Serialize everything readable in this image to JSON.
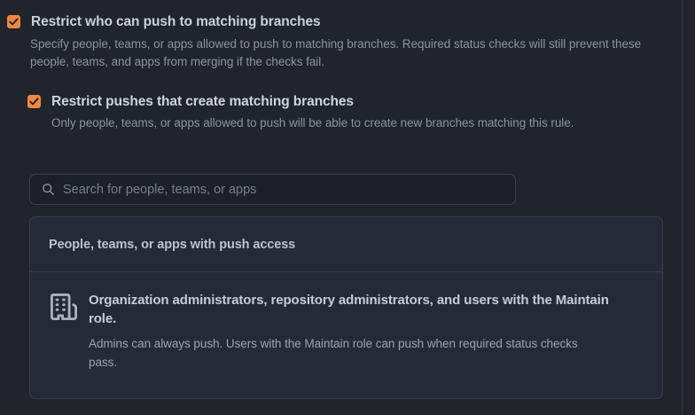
{
  "theme": {
    "page_background": "#1f242d",
    "panel_background": "#252b36",
    "input_background": "#1c2029",
    "border": "#353c48",
    "checkbox_accent": "#f0883e",
    "heading_text": "#c9d1d9",
    "muted_text": "#8b949e"
  },
  "options": [
    {
      "title": "Restrict who can push to matching branches",
      "description": "Specify people, teams, or apps allowed to push to matching branches. Required status checks will still prevent these people, teams, and apps from merging if the checks fail.",
      "checked": true,
      "checkbox_icon": "check-icon"
    },
    {
      "title": "Restrict pushes that create matching branches",
      "description": "Only people, teams, or apps allowed to push will be able to create new branches matching this rule.",
      "checked": true,
      "checkbox_icon": "check-icon"
    }
  ],
  "search": {
    "icon": "search-icon",
    "placeholder": "Search for people, teams, or apps",
    "value": ""
  },
  "access_panel": {
    "header": "People, teams, or apps with push access",
    "rows": [
      {
        "icon": "organization-icon",
        "title": "Organization administrators, repository administrators, and users with the Maintain role.",
        "description": "Admins can always push. Users with the Maintain role can push when required status checks pass."
      }
    ]
  }
}
